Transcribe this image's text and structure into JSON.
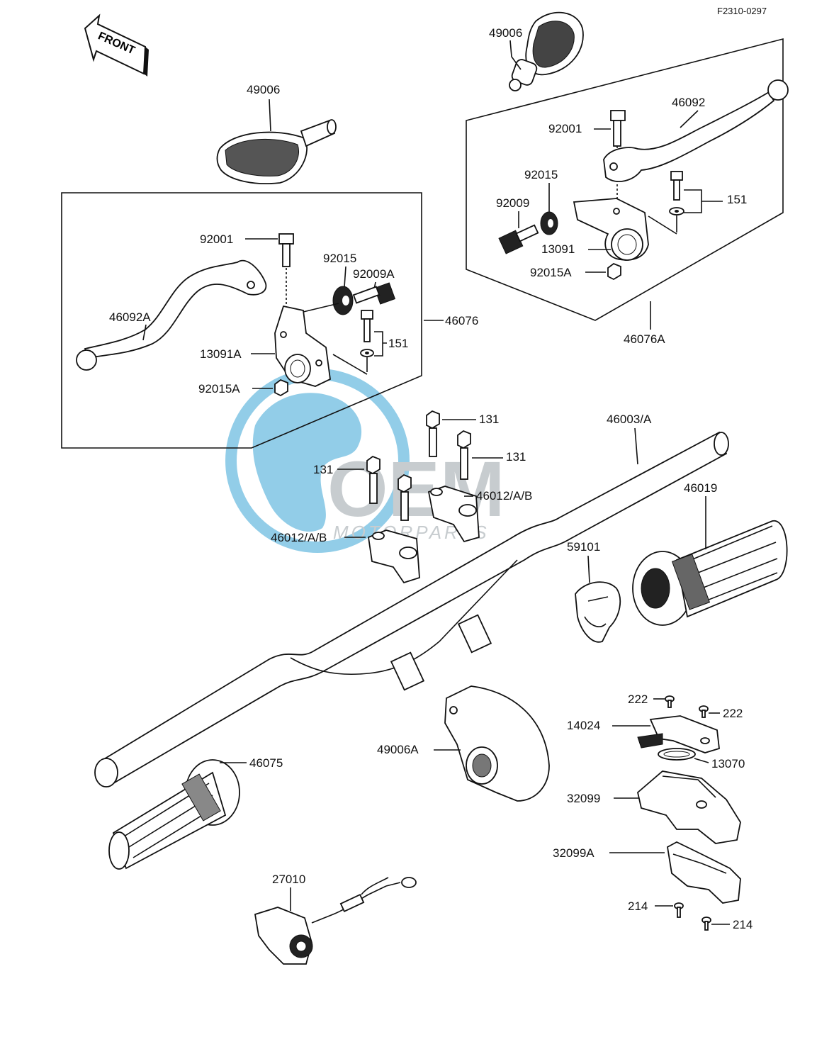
{
  "diagram_code": "F2310-0297",
  "front_arrow": "FRONT",
  "watermark": {
    "brand": "OEM",
    "subtitle": "MOTORPARTS",
    "globe_color": "#3aa6d6",
    "letter_color": "#9aa3a8"
  },
  "callouts": {
    "c49006_top": "49006",
    "c49006_left": "49006",
    "c92001_r": "92001",
    "c46092_r": "46092",
    "c92015_r": "92015",
    "c92009_r": "92009",
    "c151_r": "151",
    "c13091_r": "13091",
    "c92015A_r": "92015A",
    "c46076A": "46076A",
    "c92001_l": "92001",
    "c92015_l": "92015",
    "c92009A_l": "92009A",
    "c46092A_l": "46092A",
    "c46076": "46076",
    "c151_l": "151",
    "c13091A_l": "13091A",
    "c92015A_l": "92015A",
    "c131_a": "131",
    "c131_b": "131",
    "c131_c": "131",
    "c46003": "46003/A",
    "c46012_a": "46012/A/B",
    "c46012_b": "46012/A/B",
    "c46019": "46019",
    "c59101": "59101",
    "c222_a": "222",
    "c222_b": "222",
    "c14024": "14024",
    "c13070": "13070",
    "c49006A": "49006A",
    "c46075": "46075",
    "c32099": "32099",
    "c32099A": "32099A",
    "c27010": "27010",
    "c214_a": "214",
    "c214_b": "214"
  }
}
